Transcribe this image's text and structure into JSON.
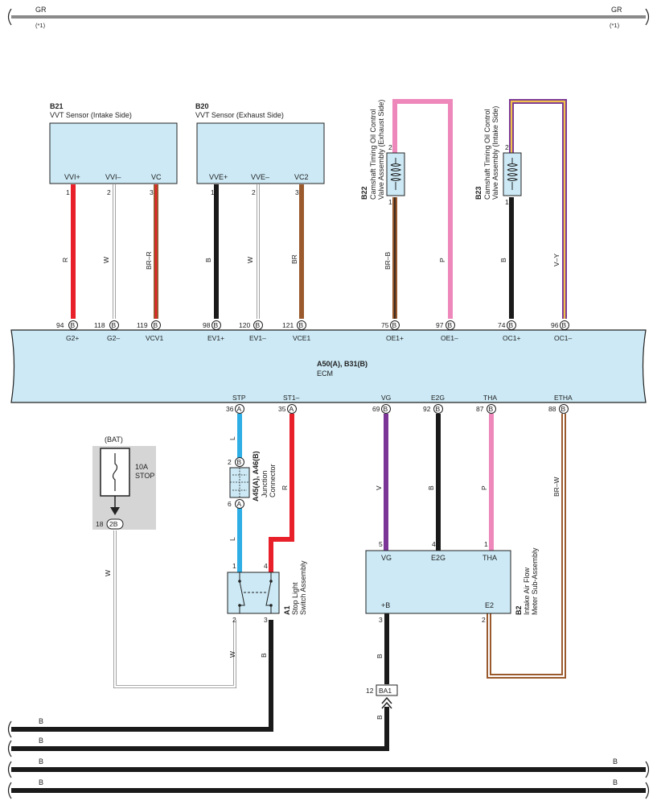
{
  "top_bus": {
    "left_label": "GR",
    "left_note": "(*1)",
    "right_label": "GR",
    "right_note": "(*1)"
  },
  "components": {
    "b21": {
      "id": "B21",
      "name": "VVT Sensor (Intake Side)",
      "pins": [
        "VVI+",
        "VVI–",
        "VC"
      ],
      "nums": [
        "1",
        "2",
        "3"
      ]
    },
    "b20": {
      "id": "B20",
      "name": "VVT Sensor (Exhaust Side)",
      "pins": [
        "VVE+",
        "VVE–",
        "VC2"
      ],
      "nums": [
        "1",
        "2",
        "3"
      ]
    },
    "b22": {
      "id": "B22",
      "name1": "Camshaft Timing Oil Control",
      "name2": "Valve Assembly (Exhaust Side)",
      "top": "2",
      "bot": "1"
    },
    "b23": {
      "id": "B23",
      "name1": "Camshaft Timing Oil Control",
      "name2": "Valve Assembly (Intake Side)",
      "top": "2",
      "bot": "1"
    },
    "ecm": {
      "id": "A50(A), B31(B)",
      "name": "ECM",
      "top_pins": [
        {
          "num": "94",
          "conn": "B",
          "label": "G2+"
        },
        {
          "num": "118",
          "conn": "B",
          "label": "G2–"
        },
        {
          "num": "119",
          "conn": "B",
          "label": "VCV1"
        },
        {
          "num": "98",
          "conn": "B",
          "label": "EV1+"
        },
        {
          "num": "120",
          "conn": "B",
          "label": "EV1–"
        },
        {
          "num": "121",
          "conn": "B",
          "label": "VCE1"
        },
        {
          "num": "75",
          "conn": "B",
          "label": "OE1+"
        },
        {
          "num": "97",
          "conn": "B",
          "label": "OE1–"
        },
        {
          "num": "74",
          "conn": "B",
          "label": "OC1+"
        },
        {
          "num": "96",
          "conn": "B",
          "label": "OC1–"
        }
      ],
      "bottom_pins": [
        {
          "num": "36",
          "conn": "A",
          "label": "STP"
        },
        {
          "num": "35",
          "conn": "A",
          "label": "ST1–"
        },
        {
          "num": "69",
          "conn": "B",
          "label": "VG"
        },
        {
          "num": "92",
          "conn": "B",
          "label": "E2G"
        },
        {
          "num": "87",
          "conn": "B",
          "label": "THA"
        },
        {
          "num": "88",
          "conn": "B",
          "label": "ETHA"
        }
      ]
    },
    "fuse": {
      "title": "(BAT)",
      "rating": "10A",
      "name": "STOP",
      "pin": "18",
      "conn": "2B"
    },
    "junction": {
      "id": "A45(A), A46(B)",
      "name1": "Junction",
      "name2": "Connector",
      "top_num": "2",
      "top_conn": "B",
      "bot_num": "6",
      "bot_conn": "A"
    },
    "a1": {
      "id": "A1",
      "name1": "Stop Light",
      "name2": "Switch Assembly",
      "pins": [
        "1",
        "4",
        "2",
        "3"
      ]
    },
    "b2": {
      "id": "B2",
      "name1": "Intake Air Flow",
      "name2": "Meter Sub-Assembly",
      "pins": [
        "VG",
        "E2G",
        "THA",
        "+B",
        "E2"
      ],
      "nums": [
        "5",
        "4",
        "1",
        "3",
        "2"
      ]
    },
    "ba1": {
      "num": "12",
      "conn": "BA1"
    }
  },
  "wire_colors": {
    "b21_1": "R",
    "b21_2": "W",
    "b21_3": "BR–R",
    "b20_1": "B",
    "b20_2": "W",
    "b20_3": "BR",
    "b22_1": "BR–B",
    "b22_2": "P",
    "b23_1": "B",
    "b23_2": "V–Y",
    "stp": "L",
    "st1": "R",
    "jc_out": "L",
    "vg": "V",
    "e2g": "B",
    "tha": "P",
    "etha": "BR–W",
    "fuse_out": "W",
    "a1_2": "W",
    "a1_3": "B",
    "b2_3": "B",
    "ba1_out": "B"
  },
  "ground_buses": [
    {
      "left": "B",
      "right": ""
    },
    {
      "left": "B",
      "right": ""
    },
    {
      "left": "B",
      "right": "B"
    },
    {
      "left": "B",
      "right": "B"
    }
  ],
  "colors": {
    "box": "#cce9f5",
    "red": "#e8202a",
    "black": "#1a1a1a",
    "brown": "#9a5a2e",
    "pink": "#ee88bb",
    "violet": "#7a3596",
    "blue": "#2eaee5",
    "gray": "#8a8a8a",
    "yellow": "#f2c34a"
  }
}
